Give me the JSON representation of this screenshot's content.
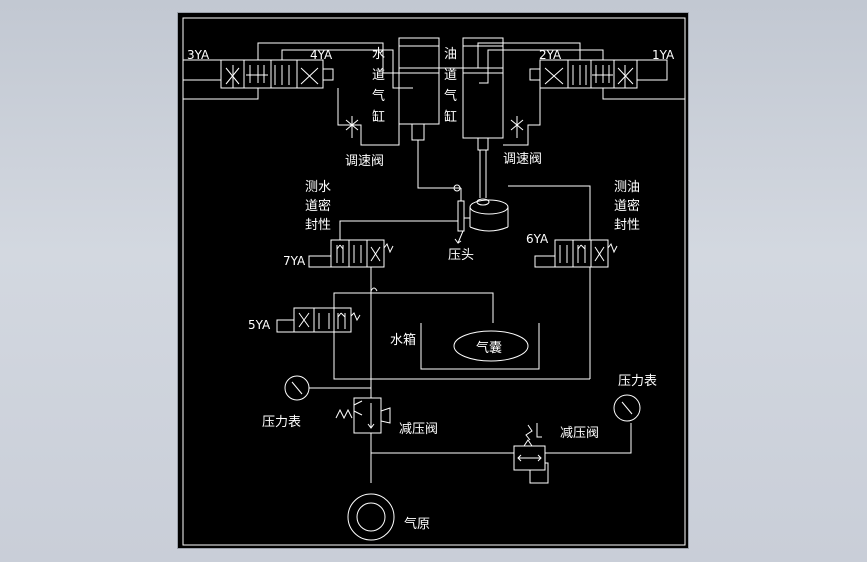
{
  "labels": {
    "ya3": "3YA",
    "ya4": "4YA",
    "ya2": "2YA",
    "ya1": "1YA",
    "ya7": "7YA",
    "ya6": "6YA",
    "ya5": "5YA",
    "water_cyl": [
      "水",
      "道",
      "气",
      "缸"
    ],
    "oil_cyl": [
      "油",
      "道",
      "气",
      "缸"
    ],
    "speed_valve_left": "调速阀",
    "speed_valve_right": "调速阀",
    "test_water": [
      "测水",
      "道密",
      "封性"
    ],
    "test_oil": [
      "测油",
      "道密",
      "封性"
    ],
    "press_head": "压头",
    "water_tank": "水箱",
    "airbag": "气囊",
    "gauge_left": "压力表",
    "gauge_right": "压力表",
    "reducer_left": "减压阀",
    "reducer_right": "减压阀",
    "air_source": "气原"
  }
}
